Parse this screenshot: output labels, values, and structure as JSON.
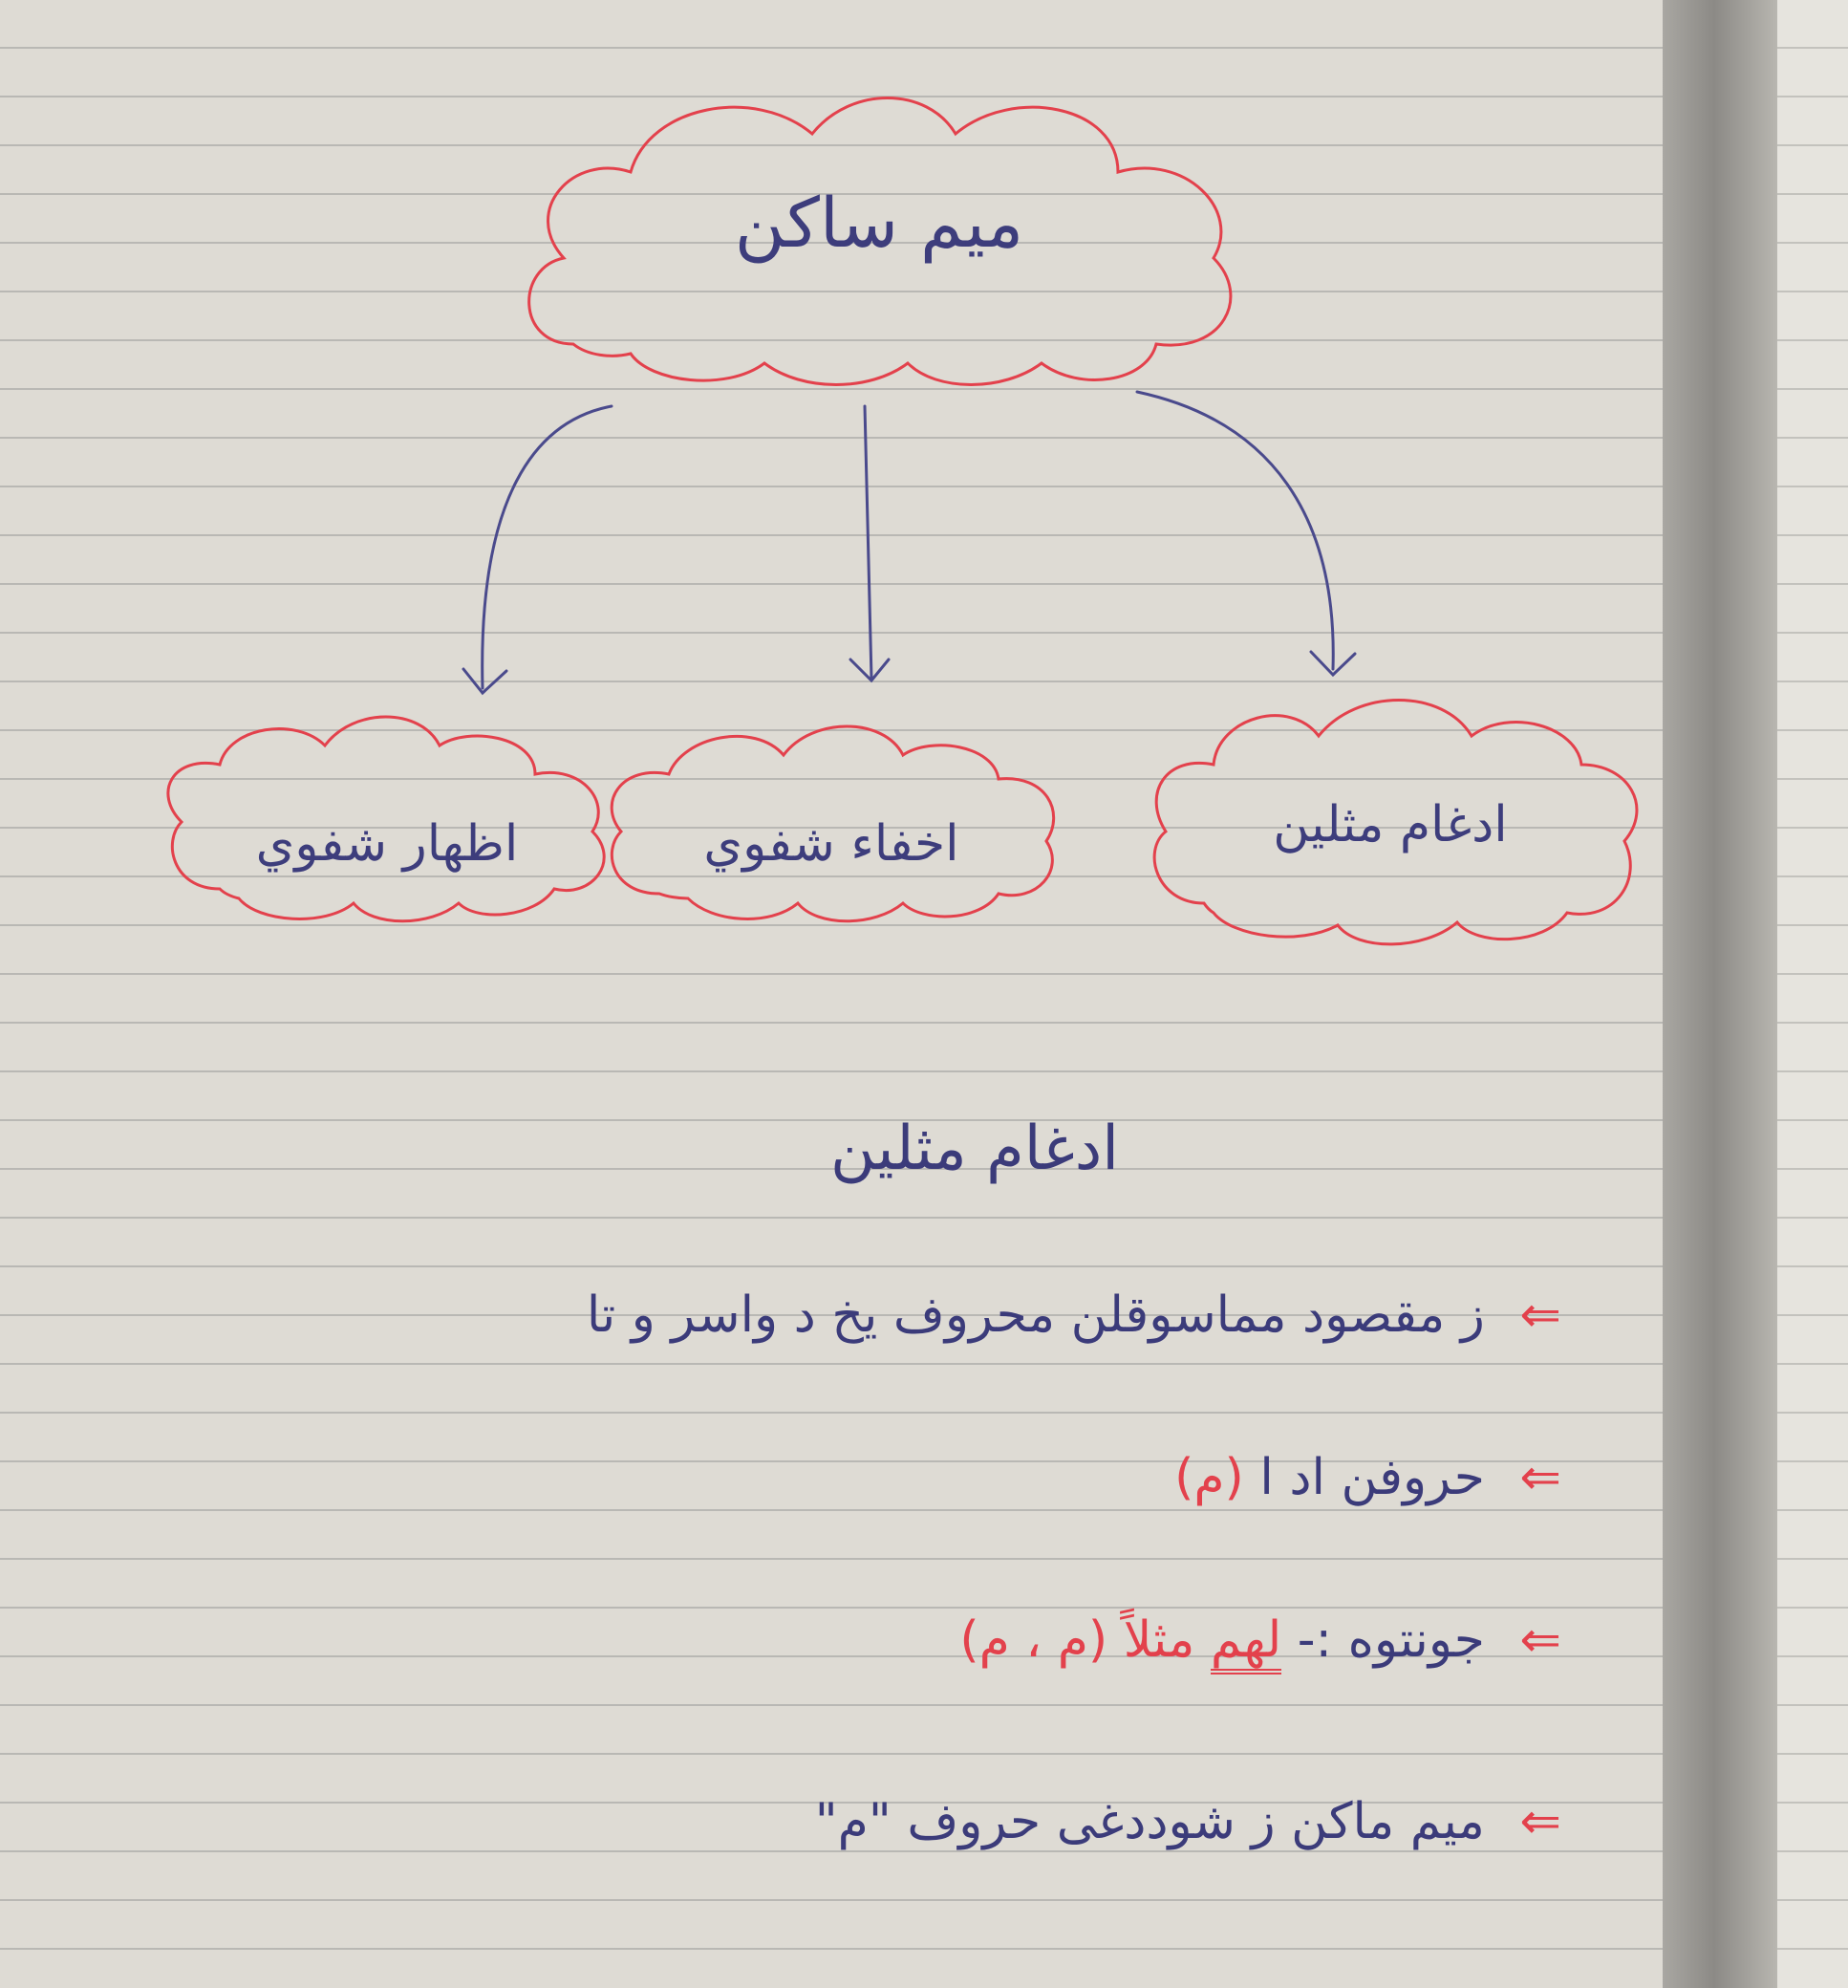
{
  "diagram": {
    "root": "ميم ساكن",
    "children": [
      "اظهار شفوي",
      "اخفاء شفوي",
      "ادغام مثلين"
    ]
  },
  "notes": {
    "title": "ادغام مثلين",
    "lines": [
      {
        "bullet": "⇐",
        "text": "ز مقصود مماسوقلن محروف يخ د واسر و تا"
      },
      {
        "bullet": "⇐",
        "text": "حروفن اد ا",
        "red": "(م)"
      },
      {
        "bullet": "⇐",
        "text": "جونتوه :-",
        "red_word": "لهم",
        "red": "مثلاً (م ، م)"
      },
      {
        "bullet": "⇐",
        "text": "ميم ماكن ز شوددغى حروف \"م\""
      }
    ]
  }
}
